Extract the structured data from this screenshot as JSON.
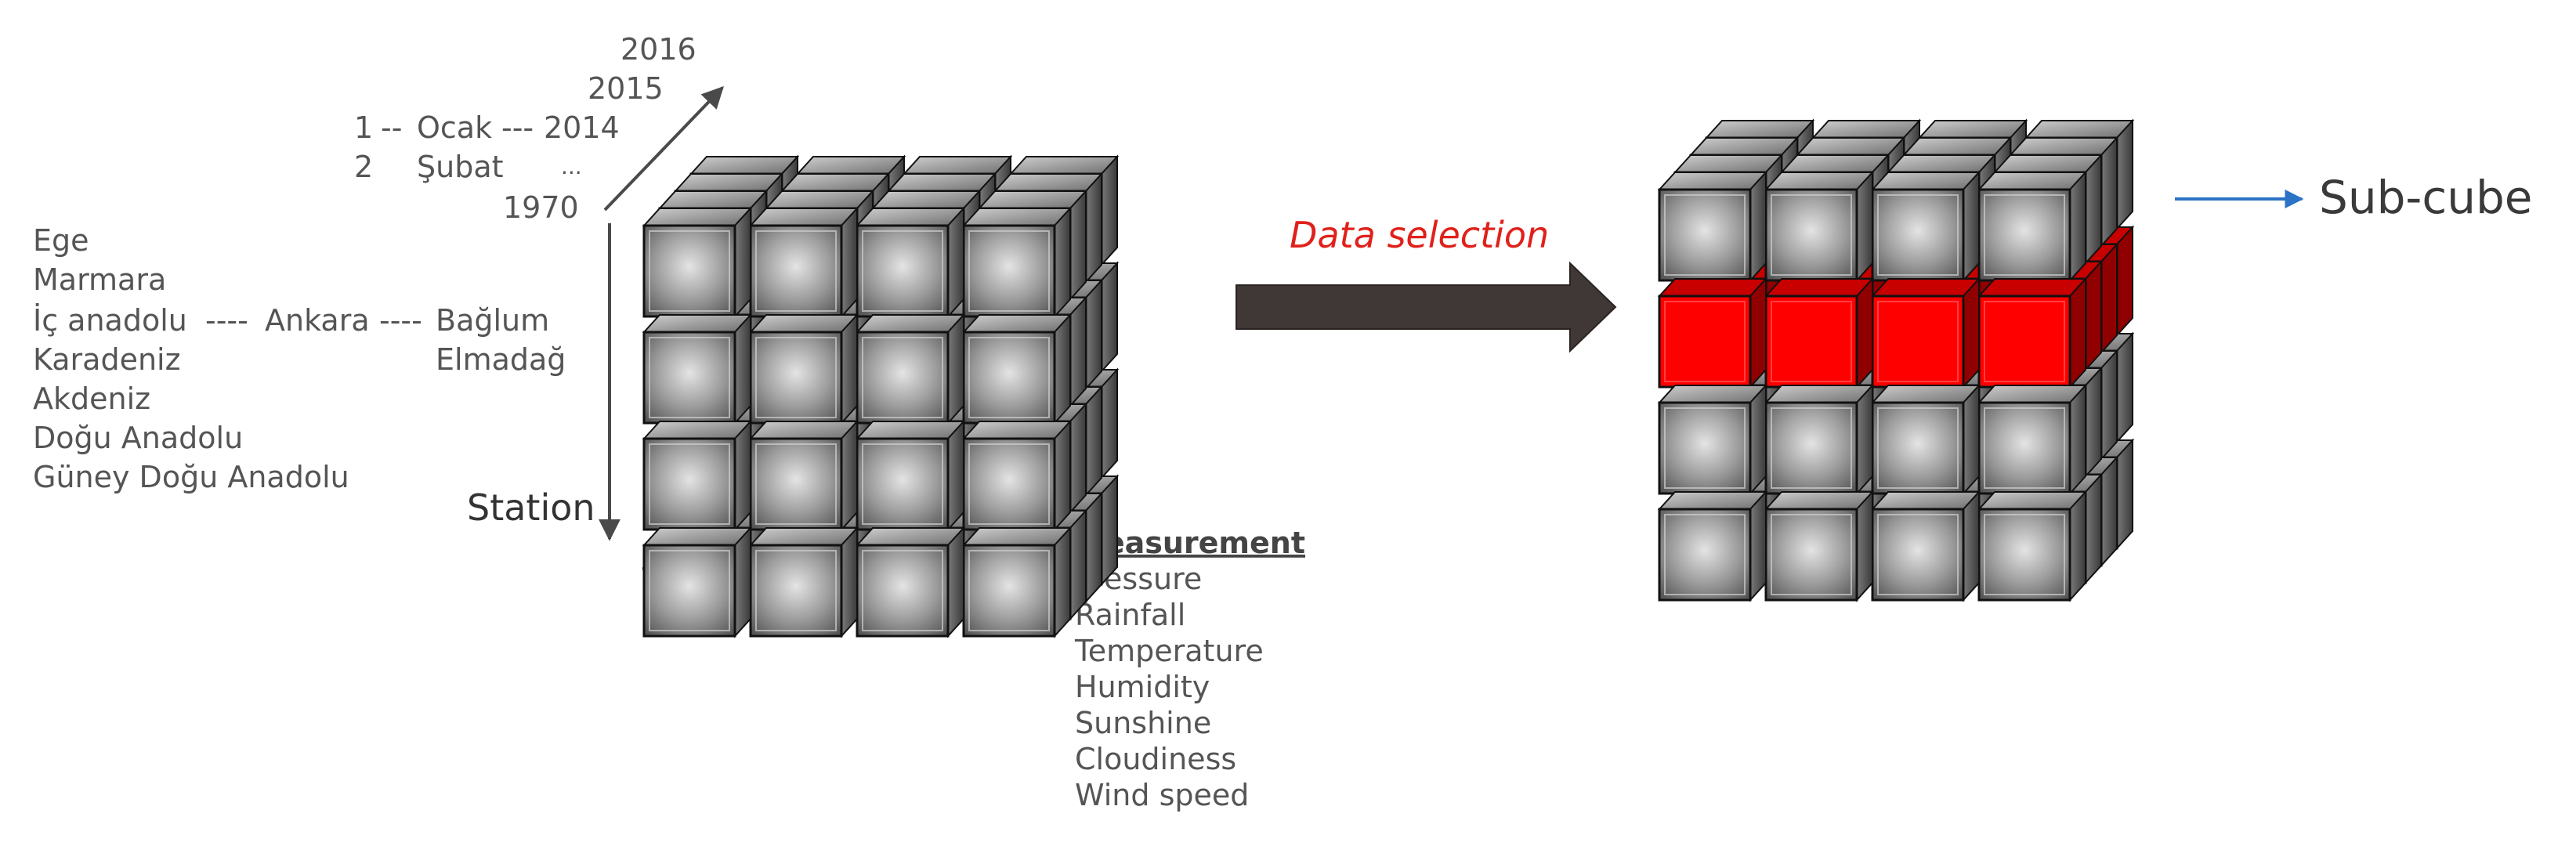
{
  "time_dimension": {
    "years": [
      "2016",
      "2015",
      "2014",
      "...",
      "1970"
    ],
    "months": [
      {
        "index": "1",
        "connector": "--",
        "name": "Ocak",
        "link": "---"
      },
      {
        "index": "2",
        "connector": "",
        "name": "Şubat",
        "link": ""
      }
    ]
  },
  "station_dimension": {
    "title": "Station",
    "regions": [
      "Ege",
      "Marmara",
      "İç anadolu",
      "Karadeniz",
      "Akdeniz",
      "Doğu Anadolu",
      "Güney Doğu Anadolu"
    ],
    "region_link": "----",
    "province": "Ankara",
    "province_link": "----",
    "districts": [
      "Bağlum",
      "Elmadağ"
    ]
  },
  "measurement_dimension": {
    "title": "Measurement",
    "items": [
      "Pressure",
      "Rainfall",
      "Temperature",
      "Humidity",
      "Sunshine",
      "Cloudiness",
      "Wind speed"
    ]
  },
  "operation": {
    "label": "Data selection",
    "label_color": "#e0211b",
    "arrow_color": "#3f3837"
  },
  "result": {
    "label": "Sub-cube",
    "pointer_color": "#2a73c5",
    "highlight_color": "#ff0000",
    "selected_layer": 2
  },
  "cube": {
    "rows": 4,
    "cols": 4,
    "layers": 4,
    "cell_color": "#8a8a8a"
  }
}
